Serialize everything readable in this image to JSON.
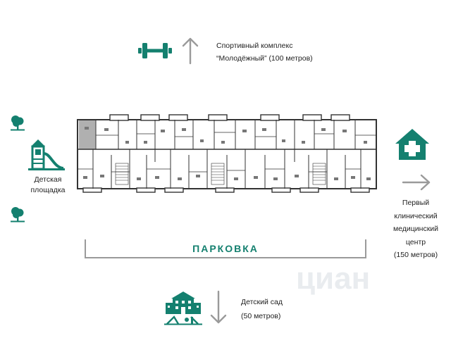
{
  "colors": {
    "green": "#14806f",
    "gray_arrow": "#9a9a9a",
    "plan_line": "#333333"
  },
  "sport": {
    "line1": "Спортивный комплекс",
    "line2": "“Молодёжный” (100 метров)",
    "icon": "dumbbell-icon"
  },
  "playground": {
    "line1": "Детская",
    "line2": "площадка",
    "icon": "playground-icon",
    "tree_icon": "tree-icon"
  },
  "medical": {
    "line1": "Первый",
    "line2": "клинический",
    "line3": "медицинский",
    "line4": "центр",
    "line5": "(150 метров)",
    "icon": "medical-house-icon"
  },
  "kindergarten": {
    "line1": "Детский сад",
    "line2": "(50 метров)",
    "icon": "kindergarten-icon"
  },
  "parking": {
    "label": "ПАРКОВКА"
  },
  "watermark": {
    "text": "циан"
  }
}
